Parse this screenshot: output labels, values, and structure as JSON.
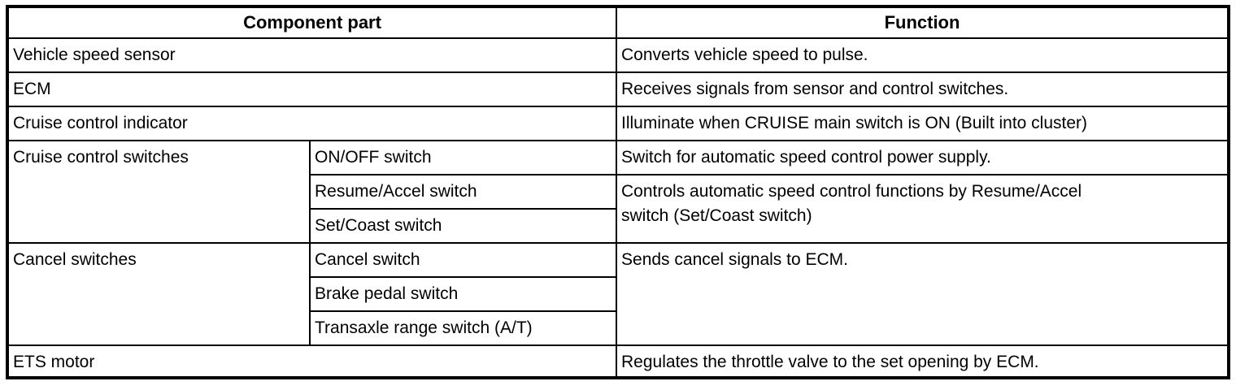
{
  "table": {
    "header": {
      "component_part": "Component part",
      "function": "Function"
    },
    "rows": {
      "vehicle_speed_sensor": {
        "component": "Vehicle speed sensor",
        "function": "Converts vehicle speed to pulse."
      },
      "ecm": {
        "component": "ECM",
        "function": "Receives signals from sensor and control switches."
      },
      "cruise_control_indicator": {
        "component": "Cruise control indicator",
        "function": "Illuminate when CRUISE main switch is ON (Built into cluster)"
      },
      "cruise_control_switches": {
        "group_label": "Cruise control switches",
        "on_off_switch": "ON/OFF switch",
        "on_off_function": "Switch for automatic speed control power supply.",
        "resume_accel_switch": "Resume/Accel switch",
        "set_coast_switch": "Set/Coast switch",
        "resume_set_function": "Controls automatic speed control functions by Resume/Accel\nswitch (Set/Coast switch)"
      },
      "cancel_switches": {
        "group_label": "Cancel switches",
        "cancel_switch": "Cancel switch",
        "brake_pedal_switch": "Brake pedal switch",
        "transaxle_range_switch": "Transaxle range switch (A/T)",
        "function": "Sends cancel signals to ECM."
      },
      "ets_motor": {
        "component": "ETS motor",
        "function": "Regulates the throttle valve to the set opening by ECM."
      }
    }
  }
}
